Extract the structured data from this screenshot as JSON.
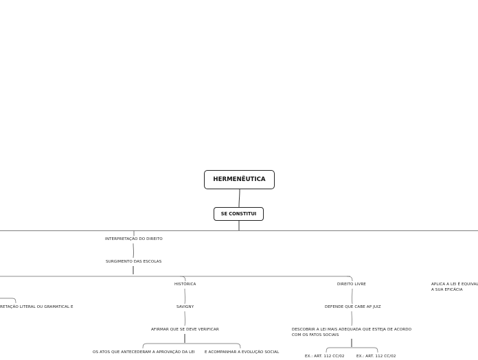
{
  "root": {
    "label": "HERMENÊUTICA"
  },
  "level1": {
    "label": "SE CONSTITUI"
  },
  "nodes": {
    "interpretacao": "INTERPRETAÇÃO DO DIREITO",
    "surgimento": "SURGIMENTO DAS ESCOLAS",
    "historica": "HISTÓRICA",
    "direito_livre": "DIREITO LIVRE",
    "aplica_lei": "APLICA A LEI É EQUIVAL A SUA EFICÁCIA",
    "literal": "RETAÇÃO LITERAL OU GRAMATICAL E",
    "savigny": "SAVIGNY",
    "defende": "DEFENDE QUE CABE AP JUIZ",
    "afirmar": "AFIRMAR QUE SE DEVE VERIFICAR",
    "descobrir": "DESCOBRIR A LEI MAIS ADEQUADA QUE ESTEJA DE ACORDO COM OS FATOS SOCIAIS",
    "atos": "OS ATOS QUE ANTECEDERAM A APROVAÇÃO DA LEI",
    "acompanhar": "E ACOMPANHAR A EVOLUÇÃO SOCIAL",
    "ex1": "EX.: ART. 112 CC/02",
    "ex2": "EX.: ART. 112 CC/02"
  }
}
